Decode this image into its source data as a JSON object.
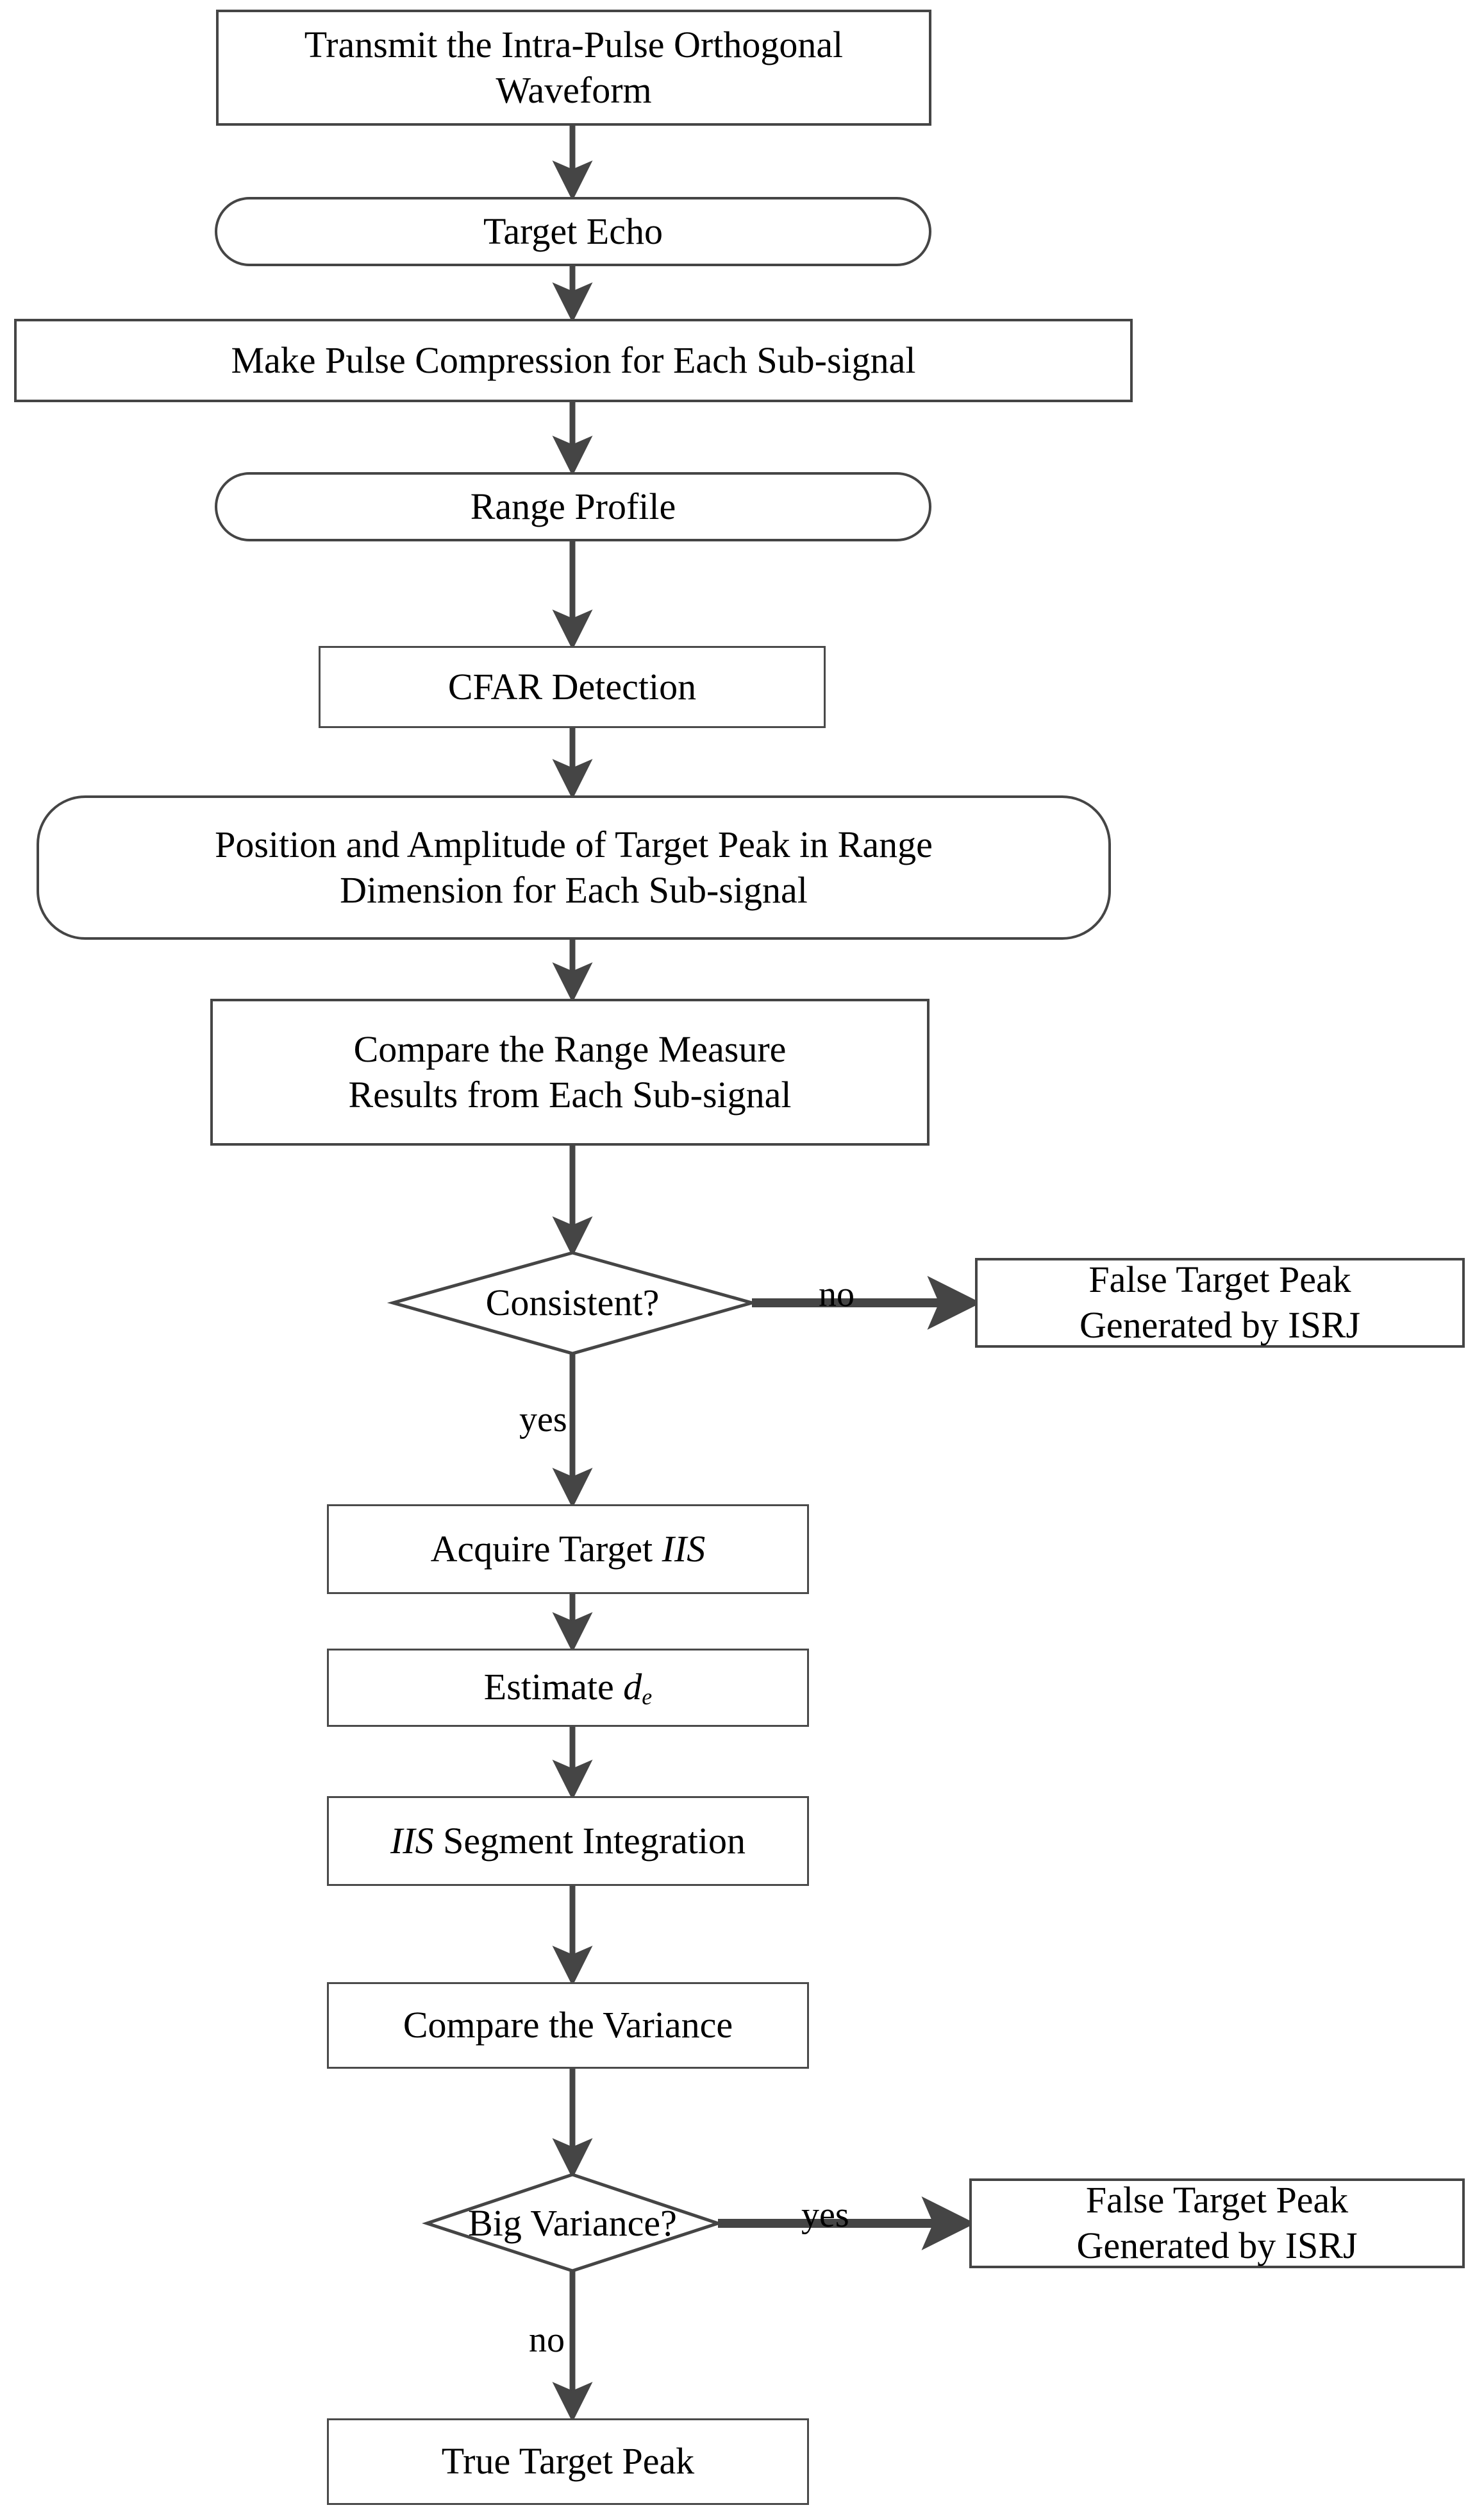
{
  "diagram": {
    "title": "ISRJ False Target Peak Discrimination Flowchart",
    "type": "flowchart",
    "orientation": "top-to-bottom",
    "colors": {
      "stroke": "#454545",
      "text": "#000000",
      "background": "#ffffff"
    },
    "nodes": [
      {
        "id": "transmit",
        "shape": "rectangle",
        "text": "Transmit the Intra-Pulse Orthogonal\nWaveform"
      },
      {
        "id": "target-echo",
        "shape": "stadium",
        "text": "Target Echo"
      },
      {
        "id": "pulse-compress",
        "shape": "rectangle",
        "text": "Make Pulse Compression for Each Sub-signal"
      },
      {
        "id": "range-profile",
        "shape": "stadium",
        "text": "Range Profile"
      },
      {
        "id": "cfar",
        "shape": "rectangle",
        "text": "CFAR Detection"
      },
      {
        "id": "position-amp",
        "shape": "rounded-rectangle",
        "text": "Position and Amplitude of Target Peak in Range\nDimension for Each Sub-signal"
      },
      {
        "id": "compare-range",
        "shape": "rectangle",
        "text": "Compare the Range Measure\nResults from Each Sub-signal"
      },
      {
        "id": "consistent",
        "shape": "diamond",
        "text": "Consistent?"
      },
      {
        "id": "false-peak-1",
        "shape": "rectangle",
        "text": "False Target Peak\nGenerated by ISRJ"
      },
      {
        "id": "acquire-iis",
        "shape": "rectangle",
        "text_prefix": "Acquire Target ",
        "text_italic": "IIS",
        "text": "Acquire Target IIS"
      },
      {
        "id": "estimate-de",
        "shape": "rectangle",
        "text_prefix": "Estimate ",
        "text_italic": "d",
        "text_sub": "e",
        "text": "Estimate de"
      },
      {
        "id": "iis-segment",
        "shape": "rectangle",
        "text_italic": "IIS",
        "text_suffix": " Segment Integration",
        "text": "IIS Segment Integration"
      },
      {
        "id": "compare-var",
        "shape": "rectangle",
        "text": "Compare the Variance"
      },
      {
        "id": "big-variance",
        "shape": "diamond",
        "text": "Big Variance?"
      },
      {
        "id": "false-peak-2",
        "shape": "rectangle",
        "text": "False Target Peak\nGenerated by ISRJ"
      },
      {
        "id": "true-peak",
        "shape": "rectangle",
        "text": "True Target Peak"
      }
    ],
    "edges": [
      {
        "from": "transmit",
        "to": "target-echo",
        "label": ""
      },
      {
        "from": "target-echo",
        "to": "pulse-compress",
        "label": ""
      },
      {
        "from": "pulse-compress",
        "to": "range-profile",
        "label": ""
      },
      {
        "from": "range-profile",
        "to": "cfar",
        "label": ""
      },
      {
        "from": "cfar",
        "to": "position-amp",
        "label": ""
      },
      {
        "from": "position-amp",
        "to": "compare-range",
        "label": ""
      },
      {
        "from": "compare-range",
        "to": "consistent",
        "label": ""
      },
      {
        "from": "consistent",
        "to": "false-peak-1",
        "label": "no"
      },
      {
        "from": "consistent",
        "to": "acquire-iis",
        "label": "yes"
      },
      {
        "from": "acquire-iis",
        "to": "estimate-de",
        "label": ""
      },
      {
        "from": "estimate-de",
        "to": "iis-segment",
        "label": ""
      },
      {
        "from": "iis-segment",
        "to": "compare-var",
        "label": ""
      },
      {
        "from": "compare-var",
        "to": "big-variance",
        "label": ""
      },
      {
        "from": "big-variance",
        "to": "false-peak-2",
        "label": "yes"
      },
      {
        "from": "big-variance",
        "to": "true-peak",
        "label": "no"
      }
    ],
    "edge_labels": {
      "consistent_no": "no",
      "consistent_yes": "yes",
      "big_variance_yes": "yes",
      "big_variance_no": "no"
    }
  }
}
